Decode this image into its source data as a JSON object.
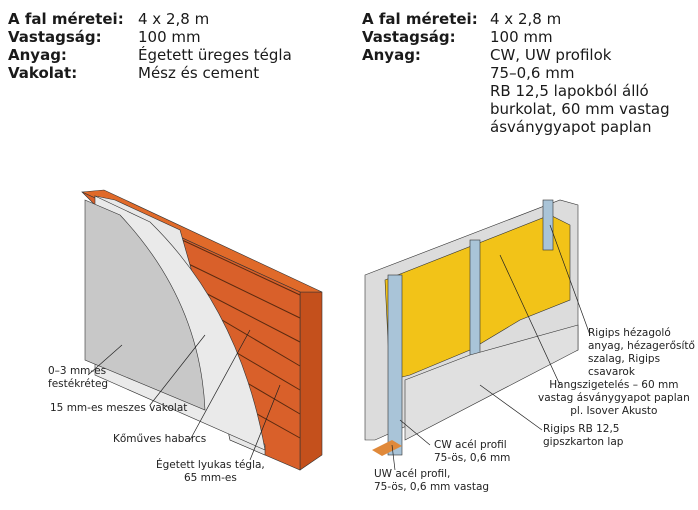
{
  "left_spec": [
    {
      "label": "A fal méretei:",
      "value": "4 x 2,8 m"
    },
    {
      "label": "Vastagság:",
      "value": "100 mm"
    },
    {
      "label": "Anyag:",
      "value": "Égetett üreges tégla"
    },
    {
      "label": "Vakolat:",
      "value": "Mész és cement"
    }
  ],
  "right_spec": [
    {
      "label": "A fal méretei:",
      "value": "4 x 2,8 m"
    },
    {
      "label": "Vastagság:",
      "value": "100 mm"
    },
    {
      "label": "Anyag:",
      "value": "CW, UW profilok\n75–0,6 mm\nRB 12,5 lapokból álló\nburkolat, 60 mm vastag\násványgyapot paplan"
    }
  ],
  "brick_labels": {
    "paint": "0–3 mm-es\nfestékréteg",
    "plaster": "15 mm-es meszes vakolat",
    "mortar": "Kőműves habarcs",
    "brick": "Égetett lyukas tégla,\n65 mm-es"
  },
  "drywall_labels": {
    "joint": "Rigips hézagoló\nanyag, hézagerősítő\nszalag, Rigips\ncsavarok",
    "insulation": "Hangszigetelés – 60 mm\nvastag ásványgyapot paplan\npl. Isover Akusto",
    "board": "Rigips RB 12,5\ngipszkarton lap",
    "cw": "CW acél profil\n75-ös, 0,6 mm",
    "uw": "UW acél profil,\n75-ös, 0,6 mm vastag"
  }
}
